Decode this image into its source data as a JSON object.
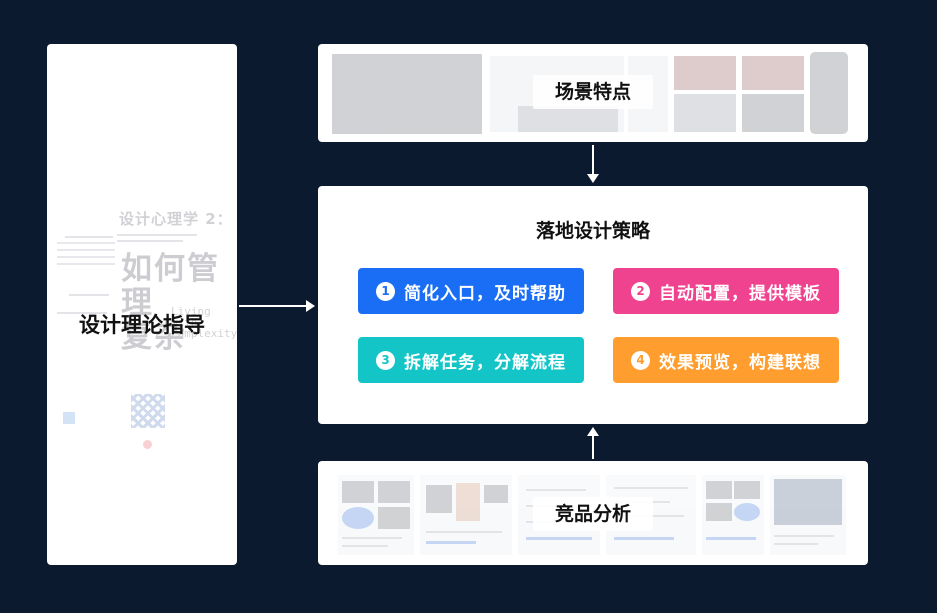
{
  "theory": {
    "label": "设计理论指导"
  },
  "book": {
    "title": "设计心理学 2：",
    "big1": "如何管理",
    "big2": "复杂",
    "en": "Living\nwith\ncomplexity"
  },
  "scene": {
    "label": "场景特点"
  },
  "strategy": {
    "title": "落地设计策略",
    "items": [
      {
        "num": "1",
        "label": "简化入口，及时帮助",
        "color": "#1a6ef5"
      },
      {
        "num": "2",
        "label": "自动配置，提供模板",
        "color": "#f0438f"
      },
      {
        "num": "3",
        "label": "拆解任务，分解流程",
        "color": "#14c5c8"
      },
      {
        "num": "4",
        "label": "效果预览，构建联想",
        "color": "#ff9d2e"
      }
    ]
  },
  "competitor": {
    "label": "竞品分析"
  },
  "colors": {
    "background": "#0c1a2f",
    "card": "#ffffff",
    "arrow": "#ffffff"
  }
}
